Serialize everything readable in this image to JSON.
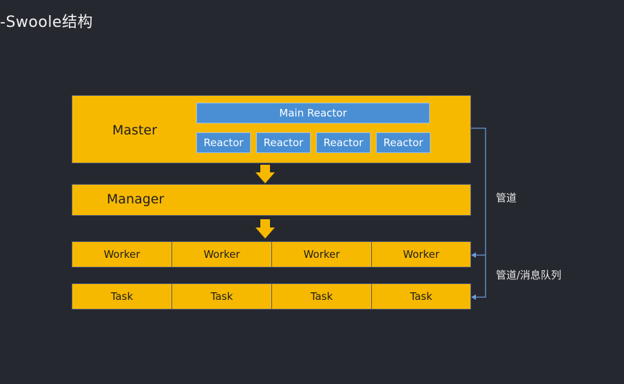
{
  "title": "-Swoole结构",
  "master": {
    "label": "Master",
    "main_reactor": "Main Reactor",
    "reactors": [
      "Reactor",
      "Reactor",
      "Reactor",
      "Reactor"
    ]
  },
  "manager": {
    "label": "Manager"
  },
  "workers": [
    "Worker",
    "Worker",
    "Worker",
    "Worker"
  ],
  "tasks": [
    "Task",
    "Task",
    "Task",
    "Task"
  ],
  "connections": {
    "pipe_label": "管道",
    "pipe_queue_label": "管道/消息队列"
  },
  "colors": {
    "background": "#262830",
    "block": "#f7b900",
    "reactor": "#4a8fd4",
    "connector": "#6b9ad8"
  }
}
